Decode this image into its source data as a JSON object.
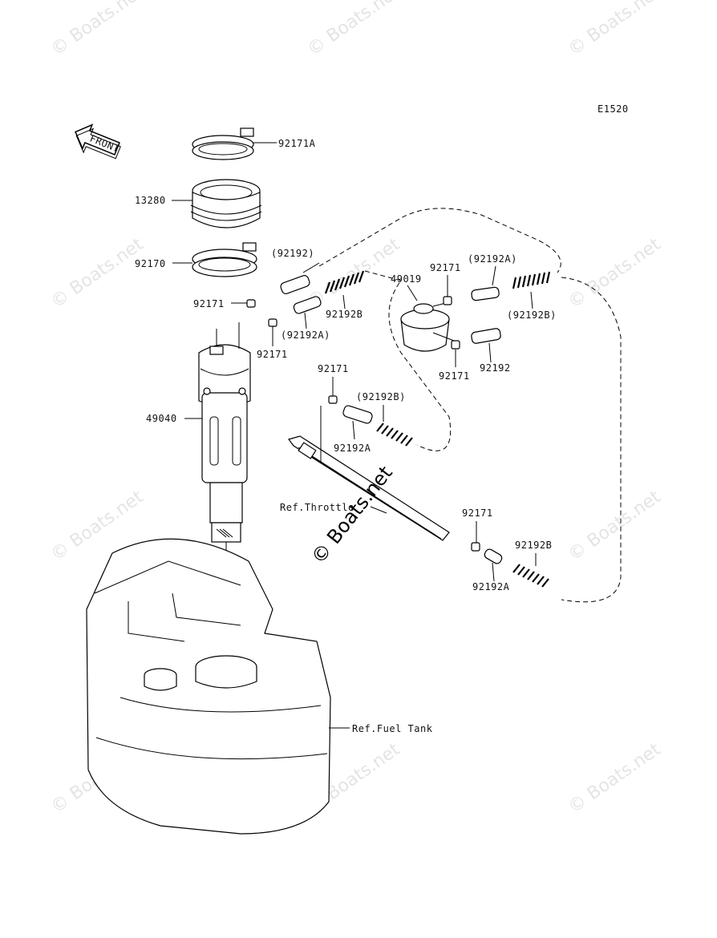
{
  "diagram_code": "E1520",
  "front_label": "FRONT",
  "watermark": "© Boats.net",
  "center_watermark": "© Boats.net",
  "parts": {
    "clamp_top": "92171A",
    "sleeve": "13280",
    "clamp_lower": "92170",
    "pump": "49040",
    "filter": "49019",
    "hose_92192_paren": "(92192)",
    "hose_92192": "92192",
    "hose_92192A_paren": "(92192A)",
    "hose_92192A": "92192A",
    "hose_92192B_paren": "(92192B)",
    "hose_92192B": "92192B",
    "clip": "92171"
  },
  "refs": {
    "throttle": "Ref.Throttle",
    "fuel_tank": "Ref.Fuel Tank"
  }
}
